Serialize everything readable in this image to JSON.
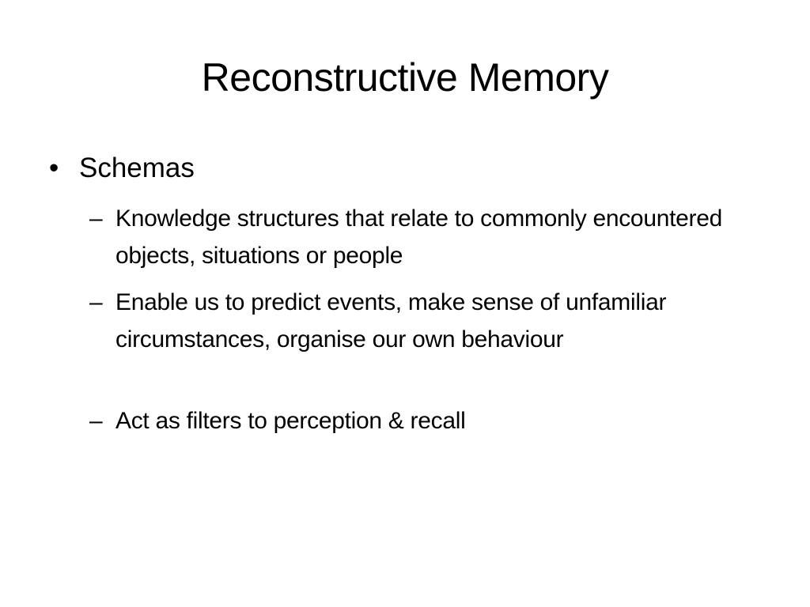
{
  "slide": {
    "title": "Reconstructive Memory",
    "bullets": [
      {
        "marker": "•",
        "text": "Schemas",
        "sub_bullets": [
          {
            "marker": "–",
            "text": "Knowledge structures that relate to commonly encountered objects, situations or people"
          },
          {
            "marker": "–",
            "text": "Enable us to predict events, make sense of unfamiliar circumstances, organise our own behaviour"
          },
          {
            "marker": "–",
            "text": "Act as filters to perception & recall"
          }
        ]
      }
    ]
  }
}
